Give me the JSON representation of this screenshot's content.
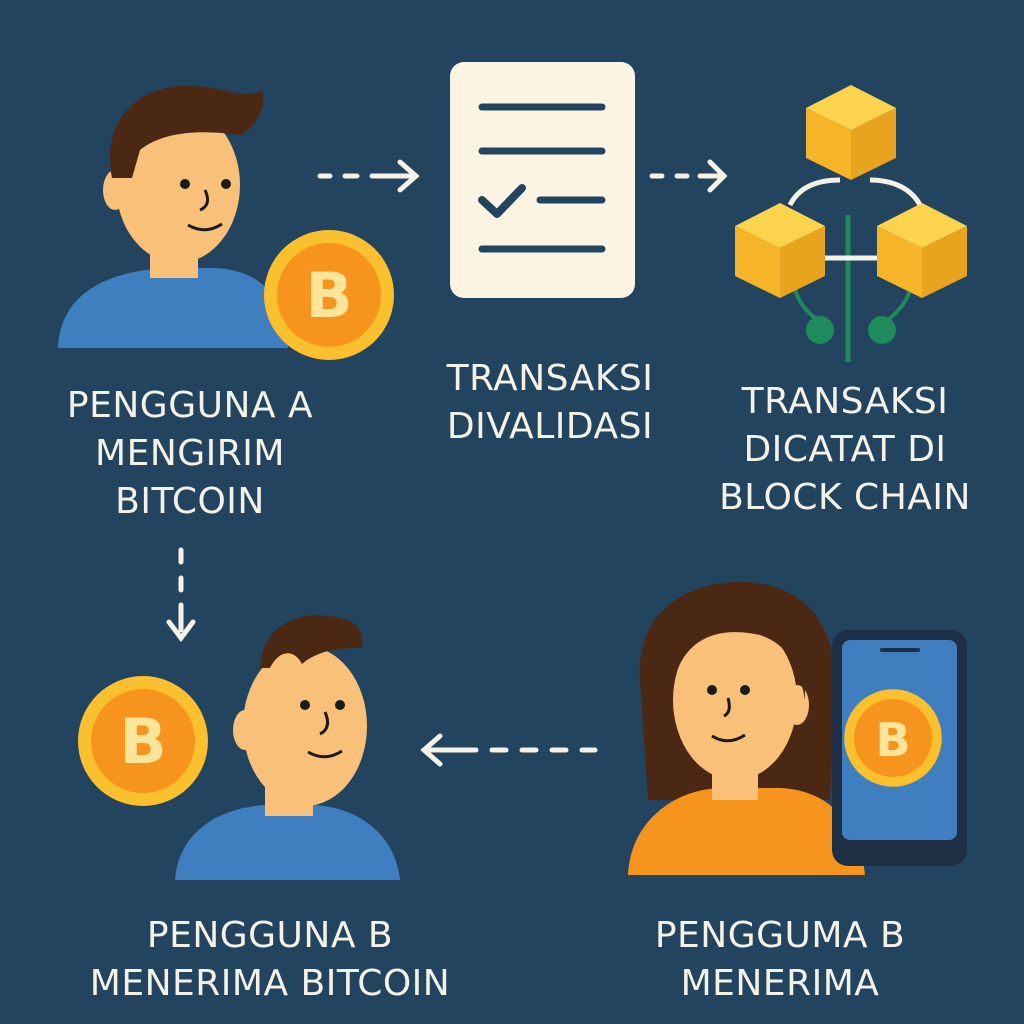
{
  "steps": {
    "sender": {
      "line1": "PENGGUNA A",
      "line2": "MENGIRIM",
      "line3": "BITCOIN"
    },
    "validated": {
      "line1": "TRANSAKSI",
      "line2": "DIVALIDASI"
    },
    "recorded": {
      "line1": "TRANSAKSI",
      "line2": "DICATAT DI",
      "line3": "BLOCK CHAIN"
    },
    "receiver_b": {
      "line1": "PENGGUNA B",
      "line2": "MENERIMA BITCOIN"
    },
    "receiver_phone": {
      "line1": "PENGGUMA B",
      "line2": "MENERIMA"
    }
  },
  "icons": {
    "coin_symbol": "B",
    "sender": "man-with-bitcoin-icon",
    "document": "checklist-document-icon",
    "blockchain": "blockchain-cubes-icon",
    "receiver": "man-receiving-bitcoin-icon",
    "phone_user": "woman-with-phone-icon"
  },
  "colors": {
    "background": "#23445f",
    "text": "#f4f1e6",
    "coin_outer": "#f7a823",
    "coin_inner": "#f79a1c",
    "shirt_blue": "#3f7fbf",
    "shirt_orange": "#f7941d",
    "skin": "#f9c07a",
    "hair": "#4a2814",
    "cube": "#f6b528"
  }
}
